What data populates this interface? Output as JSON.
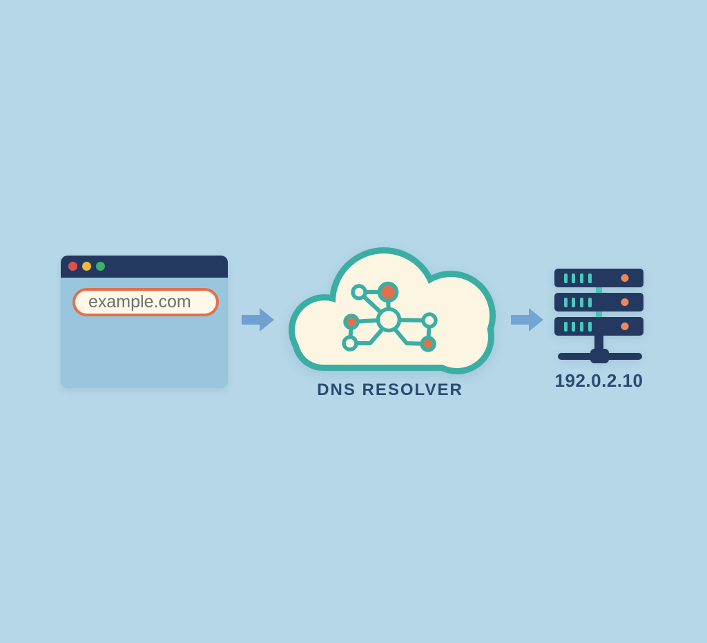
{
  "diagram": {
    "browser": {
      "url": "example.com",
      "traffic_lights": [
        "red",
        "yellow",
        "green"
      ]
    },
    "resolver": {
      "label": "DNS RESOLVER"
    },
    "server": {
      "ip": "192.0.2.10",
      "rack_units": 3
    },
    "flow": [
      "browser-window",
      "dns-resolver-cloud",
      "server-rack"
    ]
  },
  "colors": {
    "background": "#B5D7E8",
    "navy": "#24395F",
    "navy_text": "#2A4A71",
    "browser_body": "#99C6DD",
    "cream": "#FBF5E2",
    "orange": "#E4704B",
    "server_dot_orange": "#F0875B",
    "teal": "#3BAEA4",
    "server_teal": "#45C5BB",
    "arrow_blue": "#6FA0D0",
    "url_text": "#6F6F6F",
    "dot_red": "#E2504E",
    "dot_yellow": "#F0BB3B",
    "dot_green": "#3BB267"
  }
}
